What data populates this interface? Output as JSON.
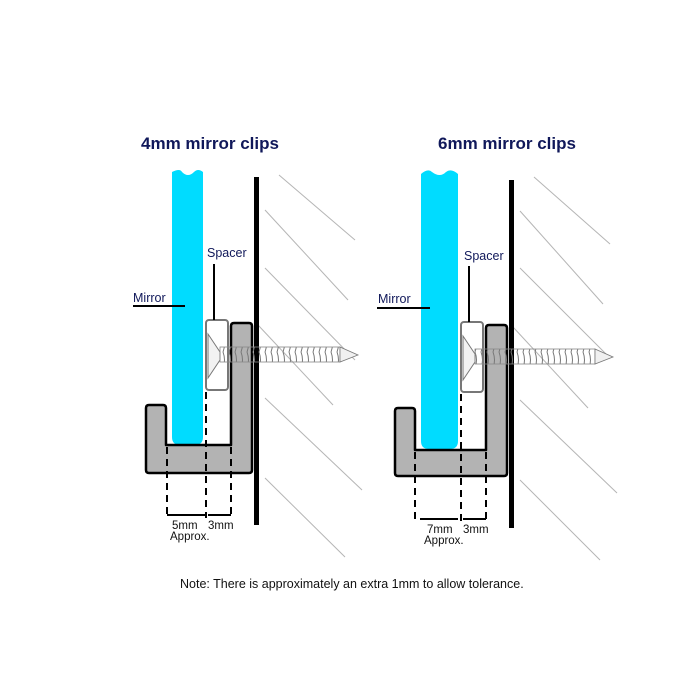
{
  "diagrams": [
    {
      "title": "4mm mirror clips",
      "labels": {
        "spacer": "Spacer",
        "mirror": "Mirror"
      },
      "dimensions": {
        "gap_mirror": "5mm",
        "gap_spacer": "3mm",
        "approx": "Approx."
      }
    },
    {
      "title": "6mm mirror clips",
      "labels": {
        "spacer": "Spacer",
        "mirror": "Mirror"
      },
      "dimensions": {
        "gap_mirror": "7mm",
        "gap_spacer": "3mm",
        "approx": "Approx."
      }
    }
  ],
  "note": "Note: There is approximately an extra 1mm to allow tolerance.",
  "colors": {
    "mirror": "#00dcff",
    "clip": "#b3b3b3",
    "title": "#10185a",
    "wall_hatch": "#b0b0b0",
    "outline": "#111111"
  }
}
